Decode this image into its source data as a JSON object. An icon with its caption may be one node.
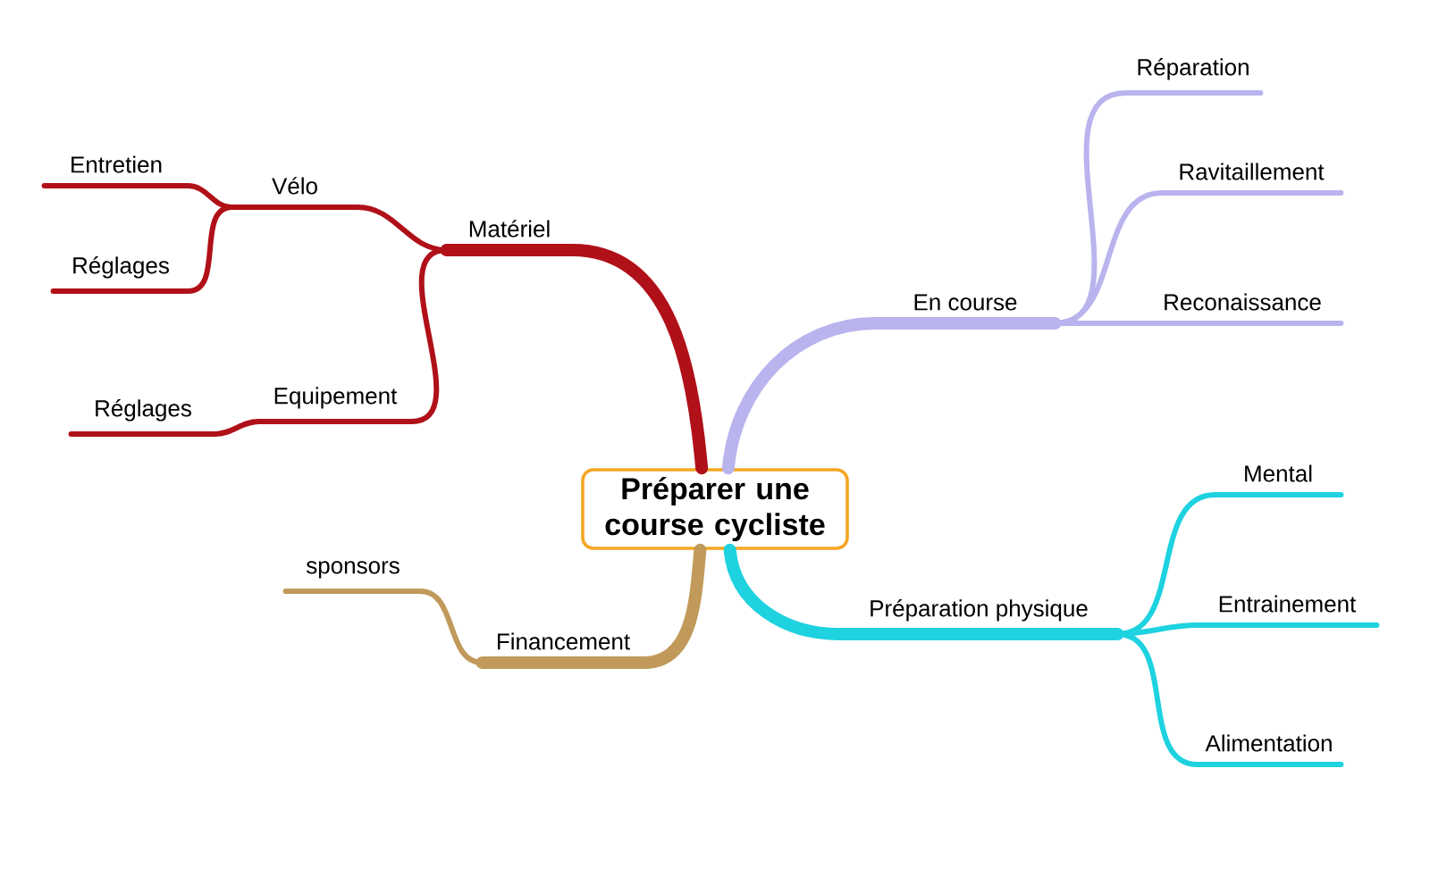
{
  "diagram": {
    "nodes": [
      {
        "text": [
          "Préparer une course cycliste"
        ]
      },
      {
        "text": [
          "Matériel"
        ]
      },
      {
        "text": [
          "Vélo"
        ]
      },
      {
        "text": [
          "Entretien"
        ]
      },
      {
        "text": [
          "Réglages"
        ]
      },
      {
        "text": [
          "Equipement"
        ]
      },
      {
        "text": [
          "Réglages"
        ]
      },
      {
        "text": [
          "Financement"
        ]
      },
      {
        "text": [
          "sponsors"
        ]
      },
      {
        "text": [
          "En course"
        ]
      },
      {
        "text": [
          "Réparation"
        ]
      },
      {
        "text": [
          "Ravitaillement"
        ]
      },
      {
        "text": [
          "Reconaissance"
        ]
      },
      {
        "text": [
          "Préparation physique"
        ]
      },
      {
        "text": [
          "Mental"
        ]
      },
      {
        "text": [
          "Entrainement"
        ]
      },
      {
        "text": [
          "Alimentation"
        ]
      }
    ],
    "edges": [
      {
        "from": 0,
        "to": 1,
        "arrow": "none",
        "style": "thick",
        "color": "#b01018"
      },
      {
        "from": 1,
        "to": 2,
        "arrow": "none",
        "color": "#b01018"
      },
      {
        "from": 2,
        "to": 3,
        "arrow": "none",
        "color": "#b01018"
      },
      {
        "from": 2,
        "to": 4,
        "arrow": "none",
        "color": "#b01018"
      },
      {
        "from": 1,
        "to": 5,
        "arrow": "none",
        "color": "#b01018"
      },
      {
        "from": 5,
        "to": 6,
        "arrow": "none",
        "color": "#b01018"
      },
      {
        "from": 0,
        "to": 7,
        "arrow": "none",
        "style": "thick",
        "color": "#c19a5b"
      },
      {
        "from": 7,
        "to": 8,
        "arrow": "none",
        "color": "#c19a5b"
      },
      {
        "from": 0,
        "to": 9,
        "arrow": "none",
        "style": "thick",
        "color": "#b9b3ee"
      },
      {
        "from": 9,
        "to": 10,
        "arrow": "none",
        "color": "#b9b3ee"
      },
      {
        "from": 9,
        "to": 11,
        "arrow": "none",
        "color": "#b9b3ee"
      },
      {
        "from": 9,
        "to": 12,
        "arrow": "none",
        "color": "#b9b3ee"
      },
      {
        "from": 0,
        "to": 13,
        "arrow": "none",
        "style": "thick",
        "color": "#1ed2e0"
      },
      {
        "from": 13,
        "to": 14,
        "arrow": "none",
        "color": "#1ed2e0"
      },
      {
        "from": 13,
        "to": 15,
        "arrow": "none",
        "color": "#1ed2e0"
      },
      {
        "from": 13,
        "to": 16,
        "arrow": "none",
        "color": "#1ed2e0"
      }
    ]
  }
}
